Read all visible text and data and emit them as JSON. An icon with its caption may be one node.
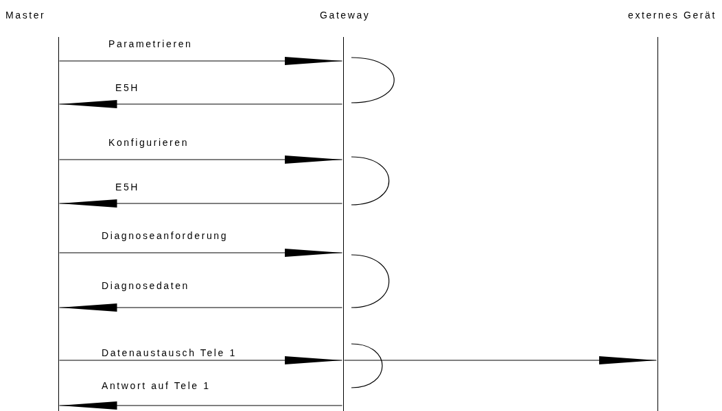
{
  "diagram": {
    "nodes": [
      {
        "text": [
          "Master"
        ]
      },
      {
        "text": [
          "Gateway"
        ]
      },
      {
        "text": [
          "externes Gerät"
        ]
      }
    ],
    "edges": [
      {
        "from": 0,
        "to": 1,
        "arrow": "to",
        "label": "Parametrieren"
      },
      {
        "from": 1,
        "to": 0,
        "arrow": "to",
        "label": "E5H"
      },
      {
        "from": 0,
        "to": 1,
        "arrow": "to",
        "label": "Konfigurieren"
      },
      {
        "from": 1,
        "to": 0,
        "arrow": "to",
        "label": "E5H"
      },
      {
        "from": 0,
        "to": 1,
        "arrow": "to",
        "label": "Diagnoseanforderung"
      },
      {
        "from": 1,
        "to": 0,
        "arrow": "to",
        "label": "Diagnosedaten"
      },
      {
        "from": 0,
        "to": 1,
        "arrow": "to",
        "label": "Datenaustausch Tele 1"
      },
      {
        "from": 1,
        "to": 2,
        "arrow": "to"
      },
      {
        "from": 1,
        "to": 0,
        "arrow": "to",
        "label": "Antwort auf Tele 1"
      }
    ]
  }
}
